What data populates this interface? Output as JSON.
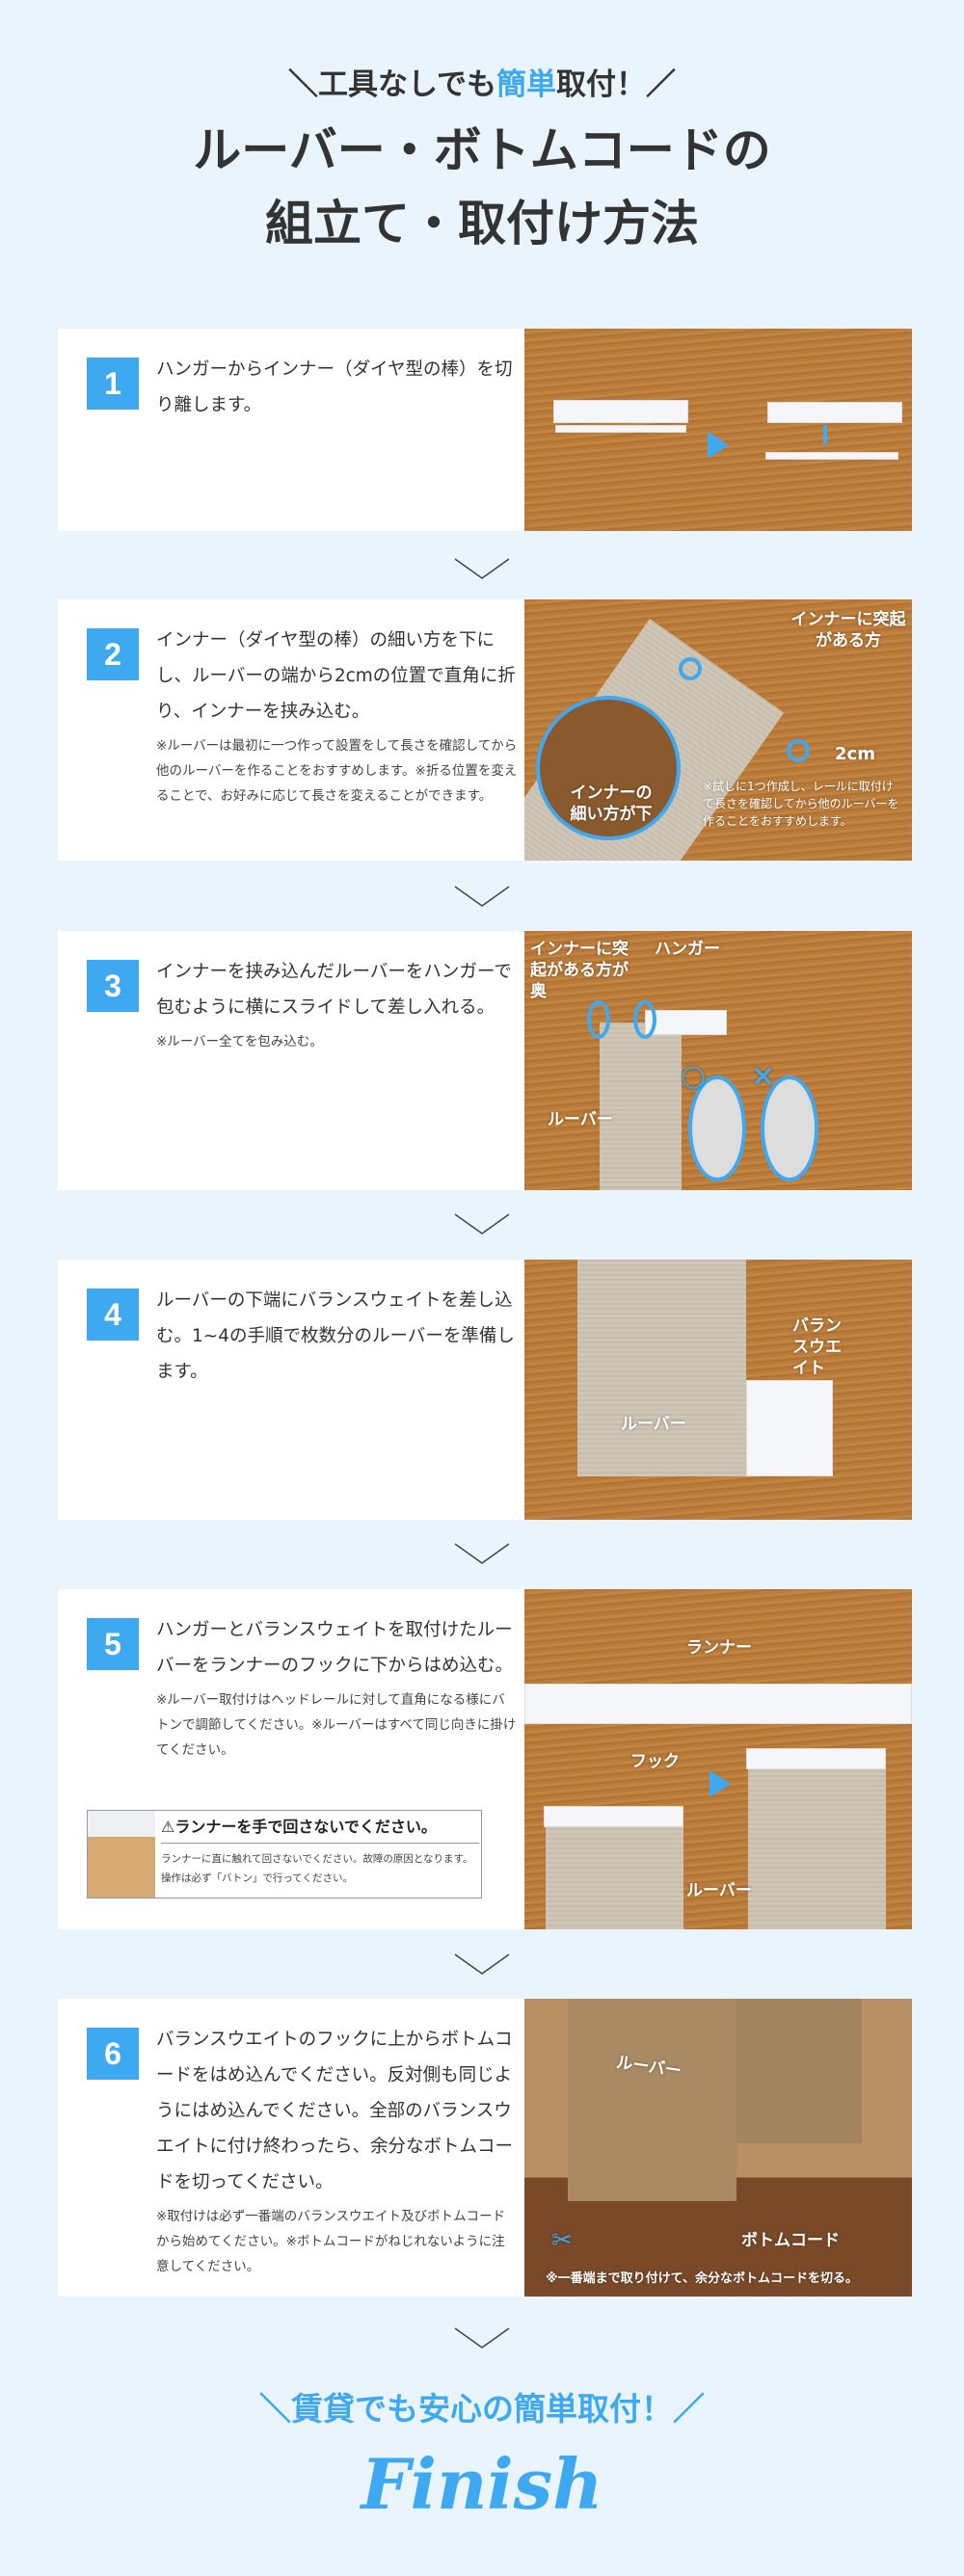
{
  "header": {
    "tagline_pre": "＼工具なしでも",
    "tagline_highlight": "簡単",
    "tagline_post": "取付！／",
    "title_line1": "ルーバー・ボトムコードの",
    "title_line2": "組立て・取付け方法"
  },
  "steps": [
    {
      "number": "1",
      "text": "ハンガーからインナー（ダイヤ型の棒）を切り離します。",
      "note": ""
    },
    {
      "number": "2",
      "text": "インナー（ダイヤ型の棒）の細い方を下にし、ルーバーの端から2cmの位置で直角に折り、インナーを挟み込む。",
      "note": "※ルーバーは最初に一つ作って設置をして長さを確認してから他のルーバーを作ることをおすすめします。※折る位置を変えることで、お好みに応じて長さを変えることができます。",
      "photo_labels": {
        "protrusion": "インナーに突起がある方",
        "thin_side": "インナーの細い方が下",
        "measure": "2cm",
        "tip": "※試しに1つ作成し、レールに取付けて長さを確認してから他のルーバーを作ることをおすすめします。"
      }
    },
    {
      "number": "3",
      "text": "インナーを挟み込んだルーバーをハンガーで包むように横にスライドして差し入れる。",
      "note": "※ルーバー全てを包み込む。",
      "photo_labels": {
        "protrusion": "インナーに突起がある方が奥",
        "hanger": "ハンガー",
        "louver": "ルーバー",
        "ok": "○",
        "ng": "×"
      }
    },
    {
      "number": "4",
      "text": "ルーバーの下端にバランスウェイトを差し込む。1~4の手順で枚数分のルーバーを準備します。",
      "note": "",
      "photo_labels": {
        "weight": "バランスウエイト",
        "louver": "ルーバー"
      }
    },
    {
      "number": "5",
      "text": "ハンガーとバランスウェイトを取付けたルーバーをランナーのフックに下からはめ込む。",
      "note": "※ルーバー取付けはヘッドレールに対して直角になる様にバトンで調節してください。※ルーバーはすべて同じ向きに掛けてください。",
      "warning": {
        "title": "ランナーを手で回さないでください。",
        "body": "ランナーに直に触れて回さないでください。故障の原因となります。操作は必ず「バトン」で行ってください。"
      },
      "photo_labels": {
        "runner": "ランナー",
        "hook": "フック",
        "louver": "ルーバー"
      }
    },
    {
      "number": "6",
      "text": "バランスウエイトのフックに上からボトムコードをはめ込んでください。反対側も同じようにはめ込んでください。全部のバランスウエイトに付け終わったら、余分なボトムコードを切ってください。",
      "note": "※取付けは必ず一番端のバランスウエイト及びボトムコードから始めてください。※ボトムコードがねじれないように注意してください。",
      "photo_labels": {
        "louver": "ルーバー",
        "cord": "ボトムコード",
        "tip": "※一番端まで取り付けて、余分なボトムコードを切る。"
      }
    }
  ],
  "footer": {
    "tagline": "＼賃貸でも安心の簡単取付！／",
    "finish": "Finish"
  },
  "colors": {
    "accent": "#3ea8f0",
    "background": "#eaf4fd",
    "text": "#333333"
  }
}
